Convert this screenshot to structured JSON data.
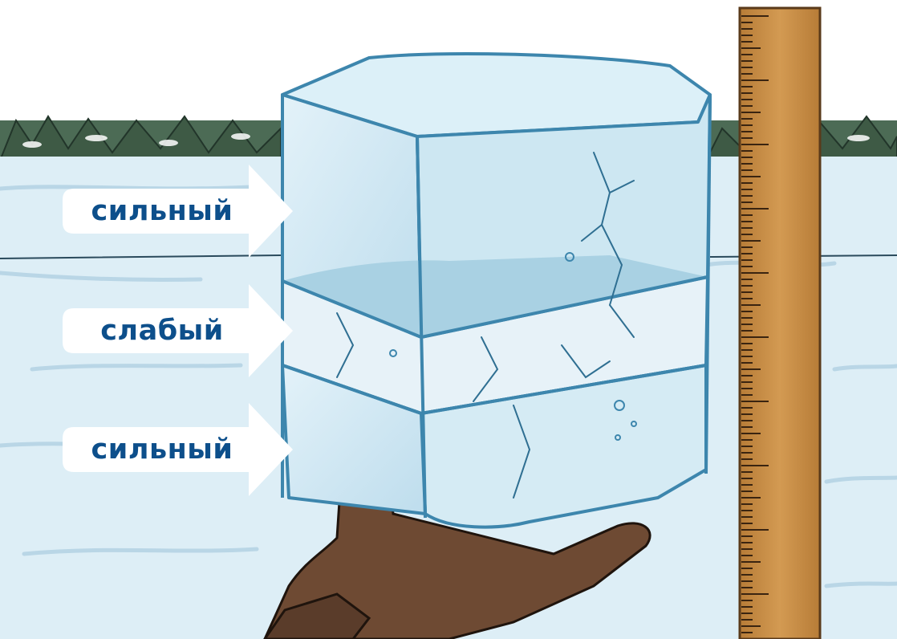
{
  "illustration": {
    "subject": "ice-block-layers",
    "layers": [
      {
        "label": "сильный"
      },
      {
        "label": "слабый"
      },
      {
        "label": "сильный"
      }
    ]
  },
  "colors": {
    "sky": "#ffffff",
    "snow": "#ddeef6",
    "ice_clear": "#cfe8f3",
    "ice_outline": "#3d86ad",
    "slush_layer": "#e6f1f7",
    "trees": "#3e5a45",
    "hand": "#6e4a33",
    "ruler": "#c98e45",
    "label_text": "#0d4f8b",
    "callout_fill": "#ffffff"
  }
}
